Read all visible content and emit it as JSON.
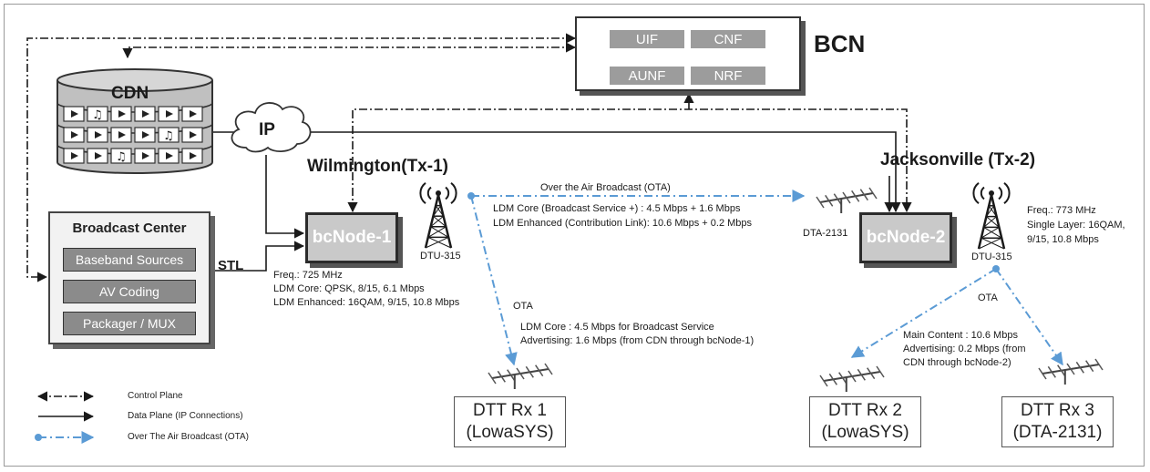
{
  "bcn": {
    "title": "BCN",
    "functions": [
      "UIF",
      "CNF",
      "AUNF",
      "NRF"
    ]
  },
  "cdn": {
    "label": "CDN"
  },
  "ip": {
    "label": "IP"
  },
  "sites": {
    "tx1": "Wilmington(Tx-1)",
    "tx2": "Jacksonville (Tx-2)"
  },
  "nodes": {
    "node1": "bcNode-1",
    "node2": "bcNode-2"
  },
  "broadcast_center": {
    "title": "Broadcast Center",
    "items": [
      "Baseband Sources",
      "AV Coding",
      "Packager / MUX"
    ]
  },
  "stl": "STL",
  "transmitters": {
    "dtu1": "DTU-315",
    "dtu2": "DTU-315",
    "dta": "DTA-2131"
  },
  "tx1_params": {
    "line1": "Freq.: 725 MHz",
    "line2": "LDM Core: QPSK, 8/15, 6.1 Mbps",
    "line3": "LDM Enhanced: 16QAM, 9/15, 10.8 Mbps"
  },
  "tx2_params": {
    "line1": "Freq.: 773 MHz",
    "line2": "Single Layer: 16QAM,",
    "line3": "9/15, 10.8 Mbps"
  },
  "ota_link": {
    "title": "Over the Air Broadcast (OTA)",
    "line1": "LDM Core (Broadcast Service +) : 4.5 Mbps + 1.6 Mbps",
    "line2": "LDM Enhanced (Contribution Link): 10.6 Mbps + 0.2 Mbps"
  },
  "rx1_info": {
    "ota": "OTA",
    "line1": "LDM Core : 4.5 Mbps for Broadcast Service",
    "line2": "Advertising: 1.6 Mbps (from CDN through bcNode-1)"
  },
  "rx23_info": {
    "ota": "OTA",
    "line1": "Main Content : 10.6 Mbps",
    "line2": "Advertising: 0.2 Mbps (from",
    "line3": "CDN through bcNode-2)"
  },
  "receivers": {
    "rx1": {
      "line1": "DTT Rx 1",
      "line2": "(LowaSYS)"
    },
    "rx2": {
      "line1": "DTT Rx 2",
      "line2": "(LowaSYS)"
    },
    "rx3": {
      "line1": "DTT Rx 3",
      "line2": "(DTA-2131)"
    }
  },
  "legend": {
    "control": "Control Plane",
    "data": "Data Plane (IP Connections)",
    "ota": "Over The Air Broadcast (OTA)"
  },
  "colors": {
    "ota_blue": "#5b9bd5",
    "node_gray": "#c9c9c9",
    "line_dark": "#1a1a1a"
  }
}
